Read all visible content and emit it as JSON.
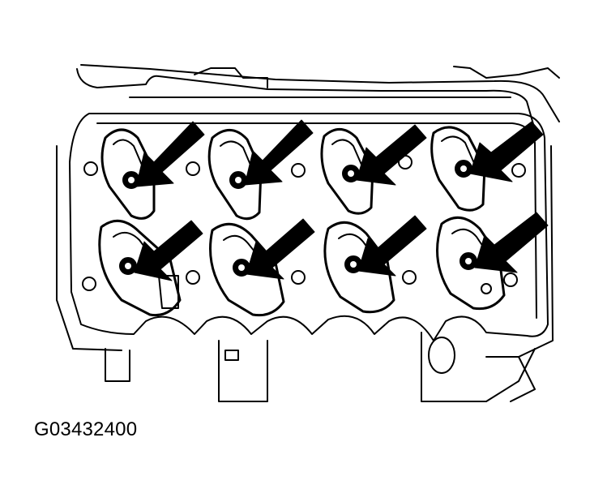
{
  "figure": {
    "id_label": "G03432400",
    "ink_color": "#000000",
    "background": "#ffffff",
    "subject": "engine-cylinder-head-rocker-arms",
    "callout_arrow_count": 8,
    "rocker_rows": 2,
    "rockers_per_row": 4
  }
}
